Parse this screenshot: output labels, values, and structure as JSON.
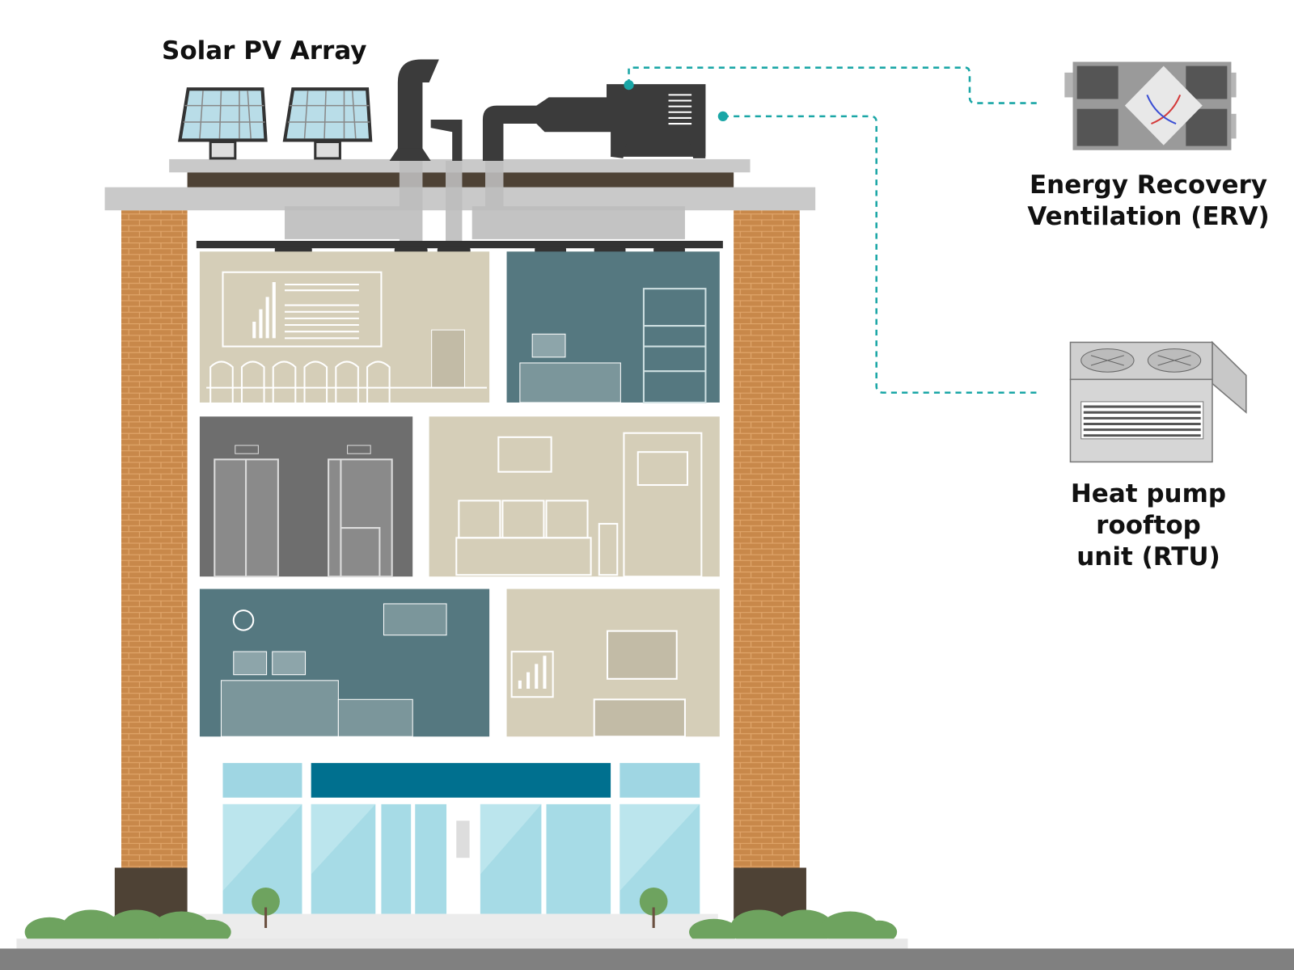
{
  "labels": {
    "solar": "Solar PV Array",
    "erv_line1": "Energy Recovery",
    "erv_line2": "Ventilation (ERV)",
    "rtu_line1": "Heat pump rooftop",
    "rtu_line2": "unit (RTU)"
  },
  "colors": {
    "brick": "#c8884a",
    "teal_room": "#557880",
    "beige_room": "#d5ceb8",
    "elevator_room": "#6e6e6e",
    "duct": "#3b3b3b",
    "dashed_line": "#1aa6a6",
    "storefront_band": "#00708f",
    "glass": "#a6dbe6",
    "shrub": "#6ea35f",
    "ground": "#808080"
  }
}
